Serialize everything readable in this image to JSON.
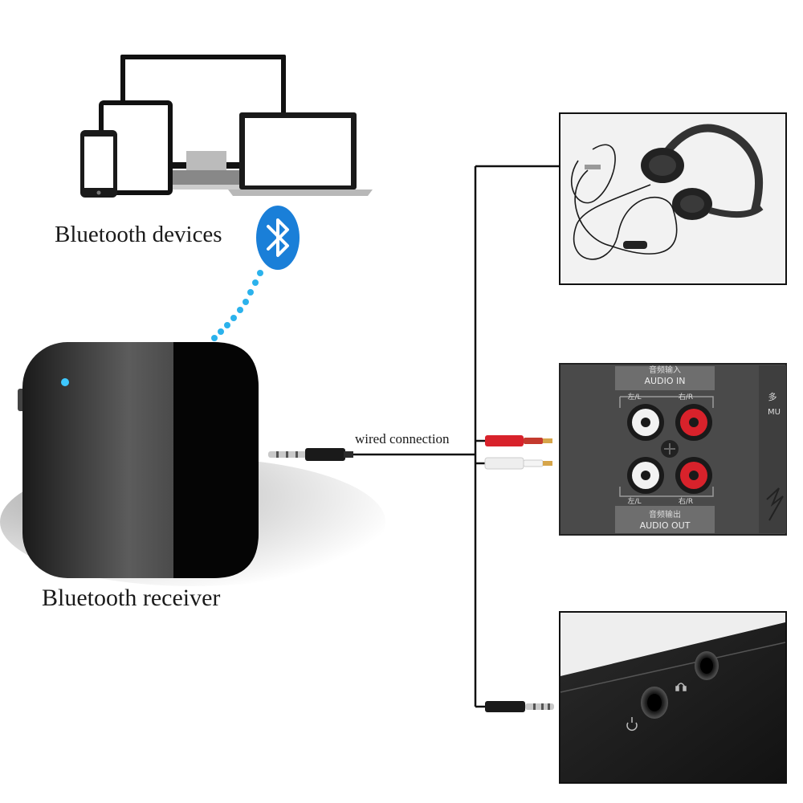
{
  "labels": {
    "bluetooth_devices": "Bluetooth devices",
    "bluetooth_receiver": "Bluetooth receiver",
    "wired_connection": "wired connection"
  },
  "speaker_panel": {
    "audio_in_cn": "音频输入",
    "audio_in": "AUDIO IN",
    "left": "左/L",
    "right": "右/R",
    "audio_out_cn": "音频输出",
    "audio_out": "AUDIO OUT",
    "side_cn": "多",
    "side_en": "MU"
  },
  "icons": [
    "phone-icon",
    "tablet-icon",
    "monitor-icon",
    "laptop-icon",
    "bluetooth-icon",
    "headphones-icon",
    "aux-plug-icon",
    "rca-plug-icon",
    "power-icon",
    "headphone-symbol-icon"
  ],
  "colors": {
    "bluetooth_blue": "#1a7fd8",
    "signal_dots": "#2bb2ec",
    "led": "#3ec8ff",
    "rca_red": "#d8222b",
    "rca_white": "#eeeeee"
  }
}
